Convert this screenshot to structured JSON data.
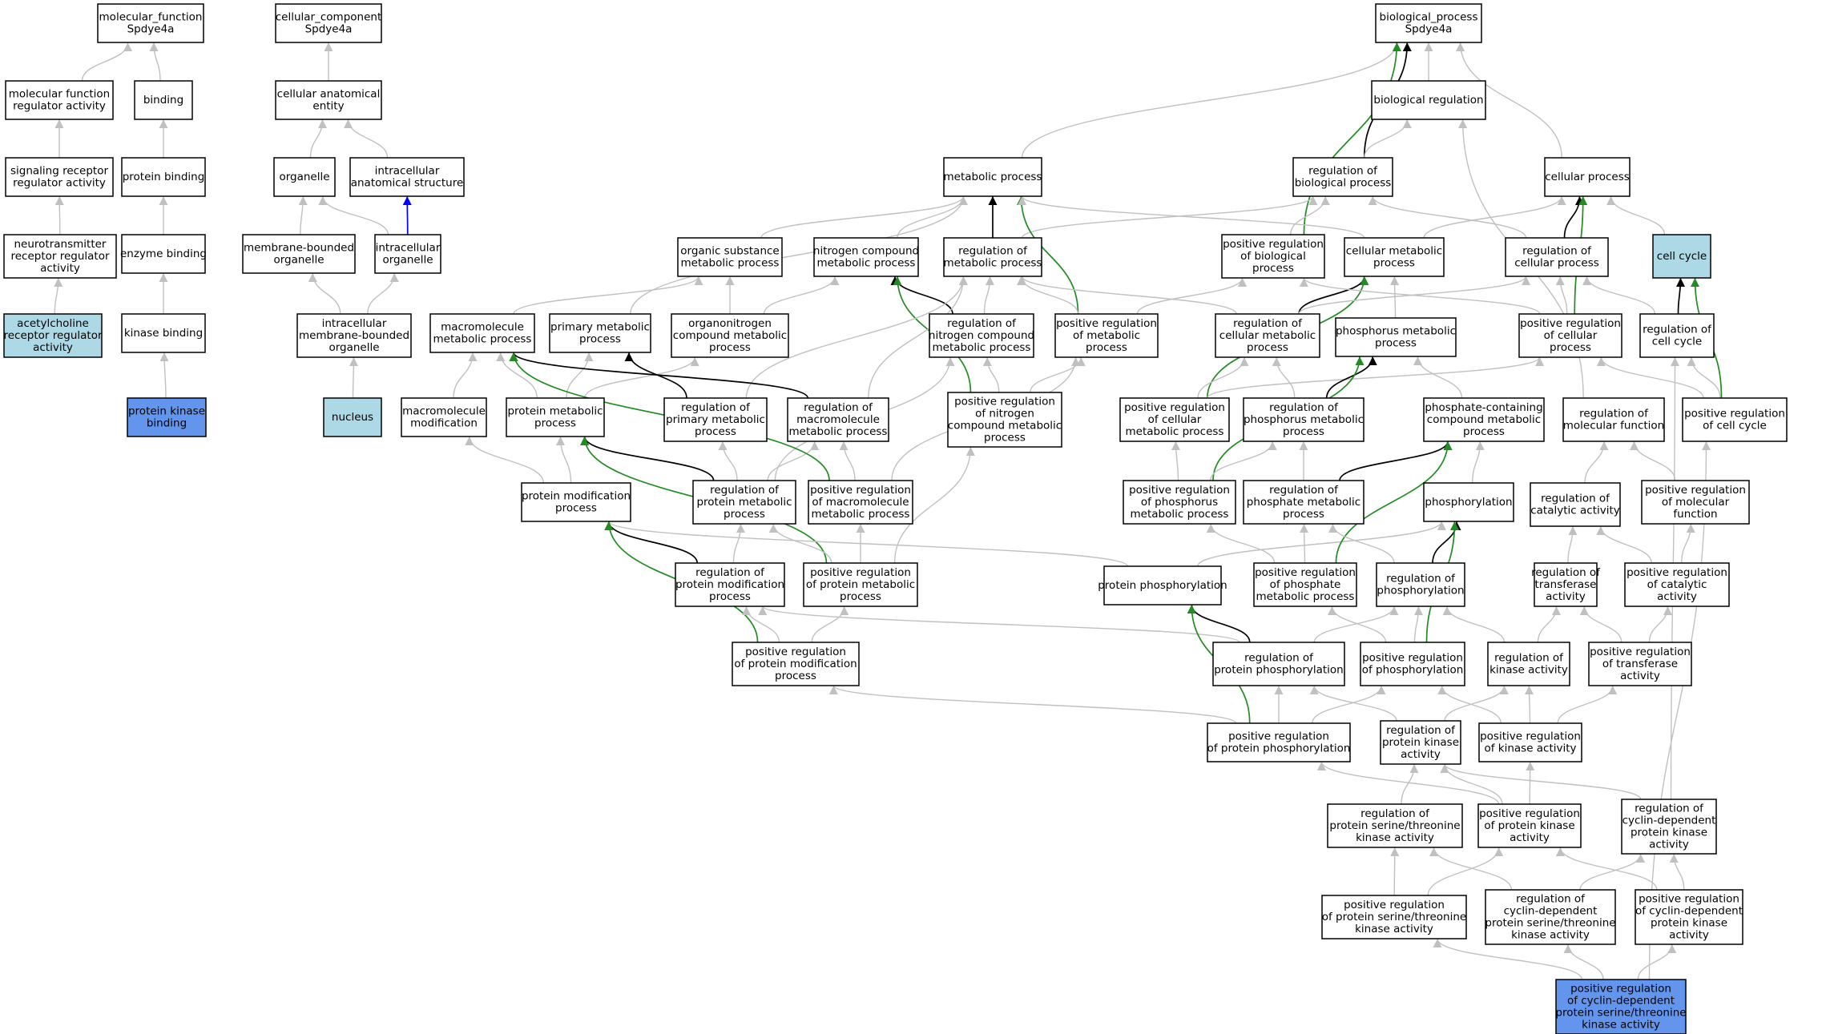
{
  "colors": {
    "edge_default": "#c0c0c0",
    "edge_black": "#000000",
    "edge_green": "#228b22",
    "edge_blue": "#0000ff",
    "fill_white": "#ffffff",
    "fill_lightblue": "#add8e6",
    "fill_blue": "#6495ed"
  },
  "nodes": [
    {
      "id": "mf",
      "lines": [
        "molecular_function",
        "Spdye4a"
      ]
    },
    {
      "id": "cc",
      "lines": [
        "cellular_component",
        "Spdye4a"
      ]
    },
    {
      "id": "bp",
      "lines": [
        "biological_process",
        "Spdye4a"
      ]
    },
    {
      "id": "mfra",
      "lines": [
        "molecular function",
        "regulator activity"
      ]
    },
    {
      "id": "binding",
      "lines": [
        "binding"
      ]
    },
    {
      "id": "cae",
      "lines": [
        "cellular anatomical",
        "entity"
      ]
    },
    {
      "id": "bioreg",
      "lines": [
        "biological regulation"
      ]
    },
    {
      "id": "srra",
      "lines": [
        "signaling receptor",
        "regulator activity"
      ]
    },
    {
      "id": "protbind",
      "lines": [
        "protein binding"
      ]
    },
    {
      "id": "organelle",
      "lines": [
        "organelle"
      ]
    },
    {
      "id": "ias",
      "lines": [
        "intracellular",
        "anatomical structure"
      ]
    },
    {
      "id": "metab",
      "lines": [
        "metabolic process"
      ]
    },
    {
      "id": "regbp",
      "lines": [
        "regulation of",
        "biological process"
      ]
    },
    {
      "id": "cellproc",
      "lines": [
        "cellular process"
      ]
    },
    {
      "id": "ntrra",
      "lines": [
        "neurotransmitter",
        "receptor regulator",
        "activity"
      ]
    },
    {
      "id": "enzbind",
      "lines": [
        "enzyme binding"
      ]
    },
    {
      "id": "mbo",
      "lines": [
        "membrane-bounded",
        "organelle"
      ]
    },
    {
      "id": "intorg",
      "lines": [
        "intracellular",
        "organelle"
      ]
    },
    {
      "id": "osmp",
      "lines": [
        "organic substance",
        "metabolic process"
      ]
    },
    {
      "id": "ncmp",
      "lines": [
        "nitrogen compound",
        "metabolic process"
      ]
    },
    {
      "id": "regmp",
      "lines": [
        "regulation of",
        "metabolic process"
      ]
    },
    {
      "id": "posregbp",
      "lines": [
        "positive regulation",
        "of biological",
        "process"
      ]
    },
    {
      "id": "cmp",
      "lines": [
        "cellular metabolic",
        "process"
      ]
    },
    {
      "id": "regcp",
      "lines": [
        "regulation of",
        "cellular process"
      ]
    },
    {
      "id": "cellcycle",
      "lines": [
        "cell cycle"
      ]
    },
    {
      "id": "achra",
      "lines": [
        "acetylcholine",
        "receptor regulator",
        "activity"
      ]
    },
    {
      "id": "kinbind",
      "lines": [
        "kinase binding"
      ]
    },
    {
      "id": "imbo",
      "lines": [
        "intracellular",
        "membrane-bounded",
        "organelle"
      ]
    },
    {
      "id": "mmp",
      "lines": [
        "macromolecule",
        "metabolic process"
      ]
    },
    {
      "id": "pmp",
      "lines": [
        "primary metabolic",
        "process"
      ]
    },
    {
      "id": "ocmp",
      "lines": [
        "organonitrogen",
        "compound metabolic",
        "process"
      ]
    },
    {
      "id": "regncmp",
      "lines": [
        "regulation of",
        "nitrogen compound",
        "metabolic process"
      ]
    },
    {
      "id": "posregmp",
      "lines": [
        "positive regulation",
        "of metabolic",
        "process"
      ]
    },
    {
      "id": "regcmp",
      "lines": [
        "regulation of",
        "cellular metabolic",
        "process"
      ]
    },
    {
      "id": "phosmp",
      "lines": [
        "phosphorus metabolic",
        "process"
      ]
    },
    {
      "id": "posregcp",
      "lines": [
        "positive regulation",
        "of cellular",
        "process"
      ]
    },
    {
      "id": "regcc",
      "lines": [
        "regulation of",
        "cell cycle"
      ]
    },
    {
      "id": "pkb",
      "lines": [
        "protein kinase",
        "binding"
      ]
    },
    {
      "id": "nucleus",
      "lines": [
        "nucleus"
      ]
    },
    {
      "id": "macmod",
      "lines": [
        "macromolecule",
        "modification"
      ]
    },
    {
      "id": "protmp",
      "lines": [
        "protein metabolic",
        "process"
      ]
    },
    {
      "id": "regpmp",
      "lines": [
        "regulation of",
        "primary metabolic",
        "process"
      ]
    },
    {
      "id": "regmmp",
      "lines": [
        "regulation of",
        "macromolecule",
        "metabolic process"
      ]
    },
    {
      "id": "posregncmp",
      "lines": [
        "positive regulation",
        "of nitrogen",
        "compound metabolic",
        "process"
      ]
    },
    {
      "id": "posregcmp",
      "lines": [
        "positive regulation",
        "of cellular",
        "metabolic process"
      ]
    },
    {
      "id": "regphosmp",
      "lines": [
        "regulation of",
        "phosphorus metabolic",
        "process"
      ]
    },
    {
      "id": "pcmp",
      "lines": [
        "phosphate-containing",
        "compound metabolic",
        "process"
      ]
    },
    {
      "id": "regmf",
      "lines": [
        "regulation of",
        "molecular function"
      ]
    },
    {
      "id": "posregcc",
      "lines": [
        "positive regulation",
        "of cell cycle"
      ]
    },
    {
      "id": "protmod",
      "lines": [
        "protein modification",
        "process"
      ]
    },
    {
      "id": "regprotmp",
      "lines": [
        "regulation of",
        "protein metabolic",
        "process"
      ]
    },
    {
      "id": "posregmmp",
      "lines": [
        "positive regulation",
        "of macromolecule",
        "metabolic process"
      ]
    },
    {
      "id": "posregphosmp",
      "lines": [
        "positive regulation",
        "of phosphorus",
        "metabolic process"
      ]
    },
    {
      "id": "regphatemp",
      "lines": [
        "regulation of",
        "phosphate metabolic",
        "process"
      ]
    },
    {
      "id": "phosphorylation",
      "lines": [
        "phosphorylation"
      ]
    },
    {
      "id": "regcatact",
      "lines": [
        "regulation of",
        "catalytic activity"
      ]
    },
    {
      "id": "posregmf",
      "lines": [
        "positive regulation",
        "of molecular",
        "function"
      ]
    },
    {
      "id": "regprotmod",
      "lines": [
        "regulation of",
        "protein modification",
        "process"
      ]
    },
    {
      "id": "posregprotmp",
      "lines": [
        "positive regulation",
        "of protein metabolic",
        "process"
      ]
    },
    {
      "id": "protphos",
      "lines": [
        "protein phosphorylation"
      ]
    },
    {
      "id": "posregphatemp",
      "lines": [
        "positive regulation",
        "of phosphate",
        "metabolic process"
      ]
    },
    {
      "id": "regphos",
      "lines": [
        "regulation of",
        "phosphorylation"
      ]
    },
    {
      "id": "regtransact",
      "lines": [
        "regulation of",
        "transferase",
        "activity"
      ]
    },
    {
      "id": "posregcatact",
      "lines": [
        "positive regulation",
        "of catalytic",
        "activity"
      ]
    },
    {
      "id": "posregprotmod",
      "lines": [
        "positive regulation",
        "of protein modification",
        "process"
      ]
    },
    {
      "id": "regprotphos",
      "lines": [
        "regulation of",
        "protein phosphorylation"
      ]
    },
    {
      "id": "posregphos",
      "lines": [
        "positive regulation",
        "of phosphorylation"
      ]
    },
    {
      "id": "regkinact",
      "lines": [
        "regulation of",
        "kinase activity"
      ]
    },
    {
      "id": "posregtransact",
      "lines": [
        "positive regulation",
        "of transferase",
        "activity"
      ]
    },
    {
      "id": "posregprotphos",
      "lines": [
        "positive regulation",
        "of protein phosphorylation"
      ]
    },
    {
      "id": "regpka",
      "lines": [
        "regulation of",
        "protein kinase",
        "activity"
      ]
    },
    {
      "id": "posregkinact",
      "lines": [
        "positive regulation",
        "of kinase activity"
      ]
    },
    {
      "id": "regpstka",
      "lines": [
        "regulation of",
        "protein serine/threonine",
        "kinase activity"
      ]
    },
    {
      "id": "posregpka",
      "lines": [
        "positive regulation",
        "of protein kinase",
        "activity"
      ]
    },
    {
      "id": "regcdpka",
      "lines": [
        "regulation of",
        "cyclin-dependent",
        "protein kinase",
        "activity"
      ]
    },
    {
      "id": "posregpstka",
      "lines": [
        "positive regulation",
        "of protein serine/threonine",
        "kinase activity"
      ]
    },
    {
      "id": "regcdpstka",
      "lines": [
        "regulation of",
        "cyclin-dependent",
        "protein serine/threonine",
        "kinase activity"
      ]
    },
    {
      "id": "posregcdpka",
      "lines": [
        "positive regulation",
        "of cyclin-dependent",
        "protein kinase",
        "activity"
      ]
    },
    {
      "id": "target",
      "lines": [
        "positive regulation",
        "of cyclin-dependent",
        "protein serine/threonine",
        "kinase activity"
      ]
    }
  ]
}
